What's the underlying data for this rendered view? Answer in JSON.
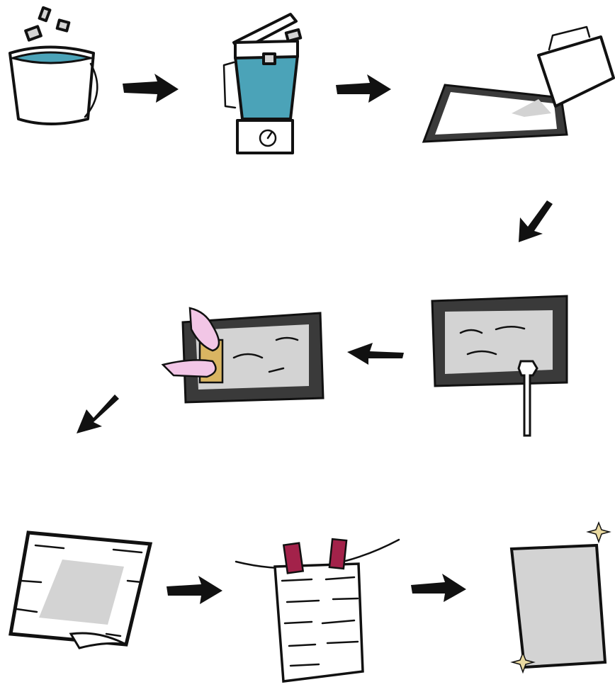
{
  "diagram": {
    "steps": [
      {
        "id": 1,
        "icon": "bucket-with-paper-scraps-icon"
      },
      {
        "id": 2,
        "icon": "blender-pulp-icon"
      },
      {
        "id": 3,
        "icon": "pour-pulp-into-frame-icon"
      },
      {
        "id": 4,
        "icon": "frame-with-pulp-being-pressed-icon"
      },
      {
        "id": 5,
        "icon": "removing-sheet-from-frame-icon"
      },
      {
        "id": 6,
        "icon": "sheet-on-felt-cloth-icon"
      },
      {
        "id": 7,
        "icon": "sheet-drying-on-line-icon"
      },
      {
        "id": 8,
        "icon": "finished-paper-sheet-icon"
      }
    ],
    "colors": {
      "ink": "#111111",
      "water": "#4ba3b8",
      "pulp": "#d3d3d3",
      "frame": "#3a3a3a",
      "hand": "#f2c6e6",
      "sponge": "#d9b562",
      "clip": "#a3224a",
      "sparkle": "#e9d9a0"
    }
  }
}
